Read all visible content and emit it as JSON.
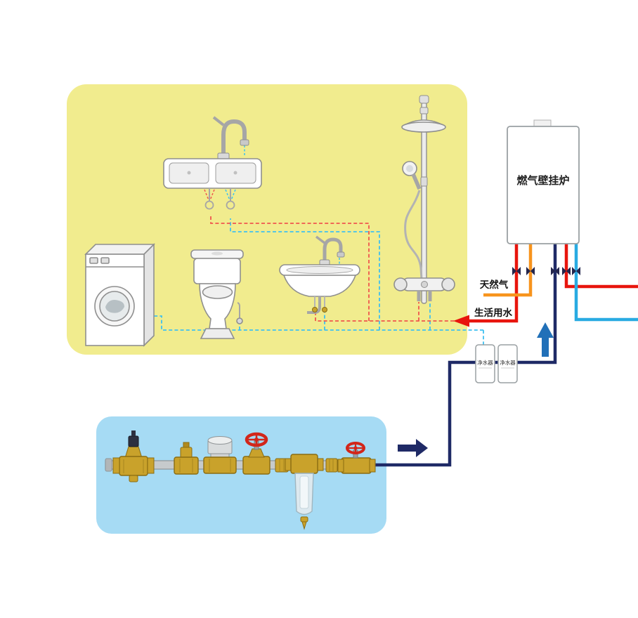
{
  "labels": {
    "boiler": "燃气壁挂炉",
    "natural_gas": "天然气",
    "domestic_water": "生活用水",
    "water_purifier_left": "净水器",
    "water_purifier_right": "净水器"
  },
  "colors": {
    "hot": "#e8150d",
    "hot_dashed": "#f0564e",
    "cold": "#29abe2",
    "cold_dashed": "#3fc0f0",
    "gas": "#f7941d",
    "main_water": "#1f2a66",
    "up_arrow": "#2170b8",
    "valve_dark": "#23254c",
    "zone_indoor": "#f1ec8e",
    "zone_inlet": "#a6dbf4",
    "brass": "#c9a22b",
    "brass_dark": "#8a6c12",
    "handle_red": "#d2261a"
  }
}
